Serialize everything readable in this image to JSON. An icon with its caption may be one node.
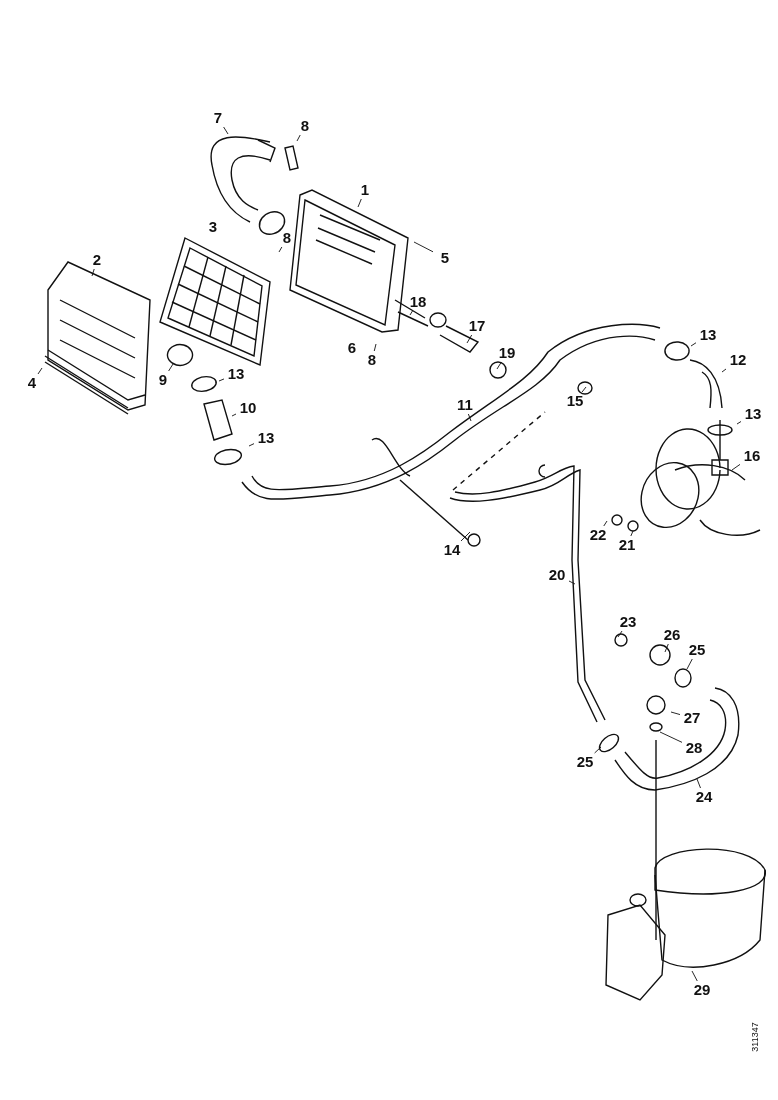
{
  "diagram": {
    "nodes": [
      {
        "text": [
          "7"
        ]
      },
      {
        "text": [
          "8"
        ]
      },
      {
        "text": [
          "1"
        ]
      },
      {
        "text": [
          "8"
        ]
      },
      {
        "text": [
          "5"
        ]
      },
      {
        "text": [
          "2"
        ]
      },
      {
        "text": [
          "18"
        ]
      },
      {
        "text": [
          "4"
        ]
      },
      {
        "text": [
          "9"
        ]
      },
      {
        "text": [
          "13"
        ]
      },
      {
        "text": [
          "8"
        ]
      },
      {
        "text": [
          "17"
        ]
      },
      {
        "text": [
          "13"
        ]
      },
      {
        "text": [
          "12"
        ]
      },
      {
        "text": [
          "19"
        ]
      },
      {
        "text": [
          "15"
        ]
      },
      {
        "text": [
          "11"
        ]
      },
      {
        "text": [
          "13"
        ]
      },
      {
        "text": [
          "16"
        ]
      },
      {
        "text": [
          "10"
        ]
      },
      {
        "text": [
          "13"
        ]
      },
      {
        "text": [
          "14"
        ]
      },
      {
        "text": [
          "22"
        ]
      },
      {
        "text": [
          "21"
        ]
      },
      {
        "text": [
          "20"
        ]
      },
      {
        "text": [
          "23"
        ]
      },
      {
        "text": [
          "26"
        ]
      },
      {
        "text": [
          "25"
        ]
      },
      {
        "text": [
          "27"
        ]
      },
      {
        "text": [
          "28"
        ]
      },
      {
        "text": [
          "25"
        ]
      },
      {
        "text": [
          "24"
        ]
      },
      {
        "text": [
          "29"
        ]
      }
    ],
    "edges": [
      {
        "from": 0,
        "to": null,
        "arrow": "none"
      },
      {
        "from": 1,
        "to": null,
        "arrow": "none"
      },
      {
        "from": 2,
        "to": null,
        "arrow": "none"
      },
      {
        "from": 3,
        "to": null,
        "arrow": "none"
      },
      {
        "from": 4,
        "to": null,
        "arrow": "none"
      },
      {
        "from": 5,
        "to": null,
        "arrow": "none"
      },
      {
        "from": 6,
        "to": null,
        "arrow": "none"
      },
      {
        "from": 7,
        "to": null,
        "arrow": "none"
      },
      {
        "from": 8,
        "to": null,
        "arrow": "none"
      },
      {
        "from": 9,
        "to": null,
        "arrow": "none"
      },
      {
        "from": 10,
        "to": null,
        "arrow": "none"
      },
      {
        "from": 11,
        "to": null,
        "arrow": "none"
      },
      {
        "from": 12,
        "to": null,
        "arrow": "none"
      },
      {
        "from": 13,
        "to": null,
        "arrow": "none"
      },
      {
        "from": 14,
        "to": null,
        "arrow": "none"
      },
      {
        "from": 15,
        "to": null,
        "arrow": "none"
      },
      {
        "from": 16,
        "to": null,
        "arrow": "none"
      },
      {
        "from": 17,
        "to": null,
        "arrow": "none"
      },
      {
        "from": 18,
        "to": null,
        "arrow": "none"
      },
      {
        "from": 19,
        "to": null,
        "arrow": "none"
      },
      {
        "from": 20,
        "to": null,
        "arrow": "none"
      },
      {
        "from": 21,
        "to": null,
        "arrow": "none"
      },
      {
        "from": 22,
        "to": null,
        "arrow": "none"
      },
      {
        "from": 23,
        "to": null,
        "arrow": "none"
      },
      {
        "from": 24,
        "to": null,
        "arrow": "none"
      },
      {
        "from": 25,
        "to": null,
        "arrow": "none"
      },
      {
        "from": 26,
        "to": null,
        "arrow": "none"
      },
      {
        "from": 27,
        "to": null,
        "arrow": "none"
      },
      {
        "from": 28,
        "to": null,
        "arrow": "none"
      },
      {
        "from": 29,
        "to": null,
        "arrow": "none"
      },
      {
        "from": 30,
        "to": null,
        "arrow": "none"
      },
      {
        "from": 31,
        "to": null,
        "arrow": "none"
      },
      {
        "from": 32,
        "to": null,
        "arrow": "none"
      }
    ],
    "labels": [
      "3",
      "6",
      "311347"
    ]
  }
}
